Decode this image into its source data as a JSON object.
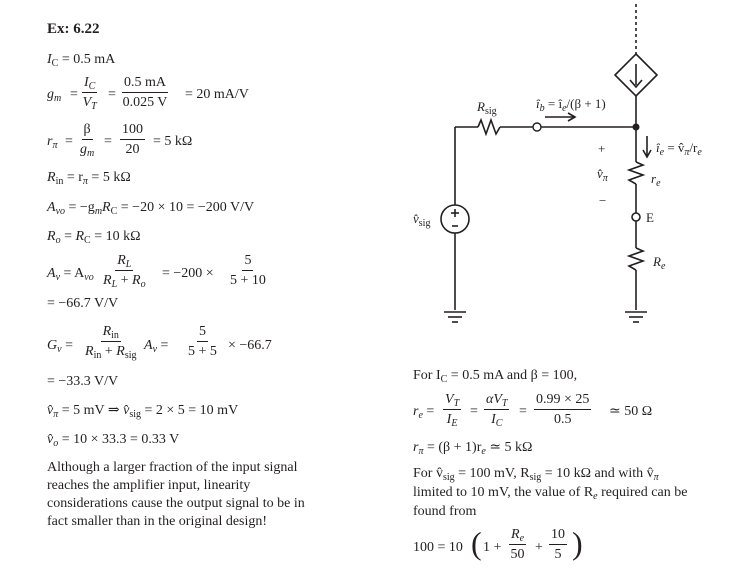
{
  "title": "Ex: 6.22",
  "left": {
    "ic_val": "= 0.5 mA",
    "gm_eq1": "=",
    "gm_eq2": "=",
    "gm_num2": "0.5 mA",
    "gm_den2": "0.025 V",
    "gm_result": "= 20 mA/V",
    "rpi_num": "β",
    "rpi_eq": "=",
    "rpi_num2": "100",
    "rpi_den2": "20",
    "rpi_result": "= 5 kΩ",
    "rin_line": "= r",
    "rin_tail": "= 5 kΩ",
    "avo_line": "= −g",
    "avo_tail": "= −20 × 10 = −200 V/V",
    "ro_tail": "= 10 kΩ",
    "av_eq": "= A",
    "av_mid": "= −200 ×",
    "av_num2": "5",
    "av_den2": "5 + 10",
    "av_result": "= −66.7 V/V",
    "gv_eq": "=",
    "gv_mid": "=",
    "gv_num2": "5",
    "gv_den2": "5 + 5",
    "gv_tail": "× −66.7",
    "gv_result": "= −33.3 V/V",
    "vpi_line": "= 5 mV ⇒",
    "vpi_tail": "= 2 × 5 = 10 mV",
    "vo_line": "= 10 × 33.3 = 0.33 V",
    "paragraph": [
      "Although a larger fraction of the input signal",
      "reaches the amplifier input, linearity",
      "considerations cause the output signal to be in",
      "fact smaller than in the original design!"
    ]
  },
  "right": {
    "for_ic": "For I",
    "for_ic_tail": "= 0.5 mA and β = 100,",
    "re_num1": "V",
    "re_num2": "αV",
    "re_num3": "0.99 × 25",
    "re_den3": "0.5",
    "re_result": "≃ 50 Ω",
    "rpi_line": "= (β + 1)r",
    "rpi_tail": "≃ 5 kΩ",
    "para2": [
      "For v̂",
      "= 100 mV, R",
      "= 10 kΩ and with v̂",
      "limited to 10 mV, the value of R",
      "required can be",
      "found from"
    ],
    "final_left": "100 = 10",
    "final_one": "1 +",
    "final_frac1_den": "50",
    "final_plus": "+",
    "final_frac2_num": "10",
    "final_frac2_den": "5"
  },
  "circuit": {
    "r_sig_label": "R",
    "r_sig_sub": "sig",
    "ib_label": "î",
    "ib_eq": "= î",
    "ib_tail": "/(β + 1)",
    "ie_label": "î",
    "ie_eq": "= v̂",
    "ie_tail": "/r",
    "plus": "+",
    "minus": "−",
    "vpi_label": "v̂",
    "re_small": "r",
    "node_e": "E",
    "re_big": "R",
    "vsig_label": "v̂",
    "vsig_sub": "sig"
  }
}
